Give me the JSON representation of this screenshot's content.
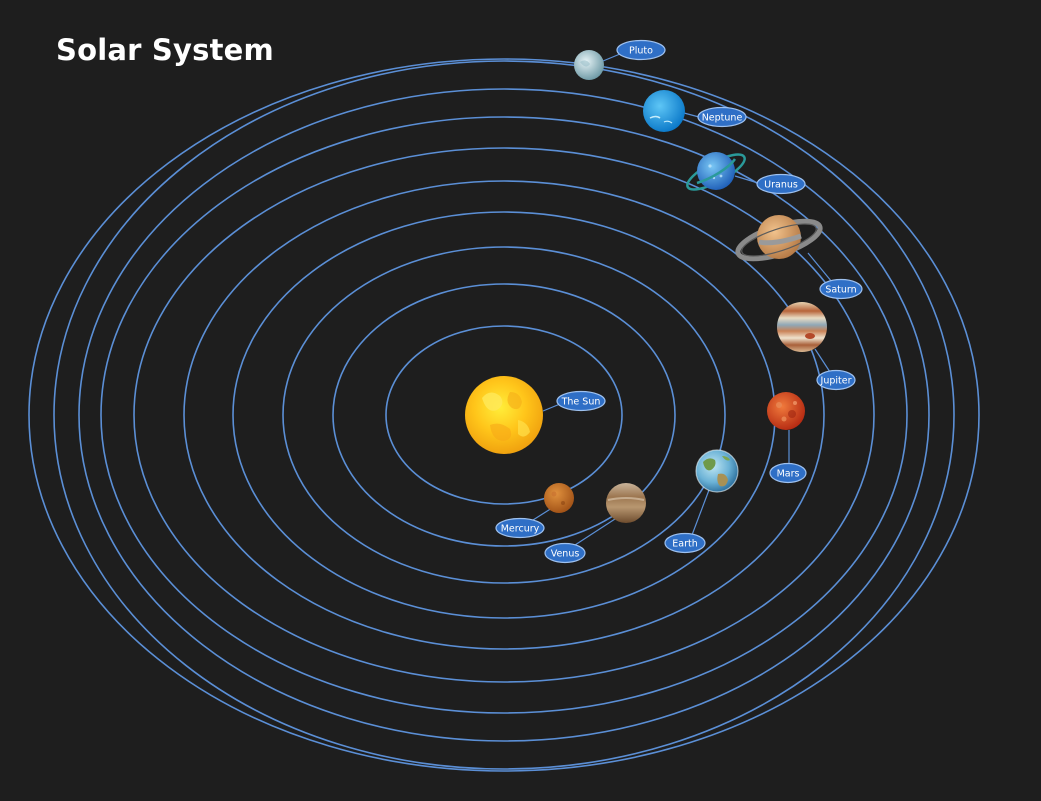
{
  "title": "Solar System",
  "colors": {
    "background": "#1e1e1e",
    "orbit": "#5b8fd6",
    "label_fill": "#2f6fc6",
    "label_stroke": "#9ec1ef",
    "label_text": "#ffffff"
  },
  "bodies": [
    {
      "id": "sun",
      "label": "The Sun",
      "icon": "sun-icon"
    },
    {
      "id": "mercury",
      "label": "Mercury",
      "icon": "mercury-icon"
    },
    {
      "id": "venus",
      "label": "Venus",
      "icon": "venus-icon"
    },
    {
      "id": "earth",
      "label": "Earth",
      "icon": "earth-icon"
    },
    {
      "id": "mars",
      "label": "Mars",
      "icon": "mars-icon"
    },
    {
      "id": "jupiter",
      "label": "Jupiter",
      "icon": "jupiter-icon"
    },
    {
      "id": "saturn",
      "label": "Saturn",
      "icon": "saturn-icon"
    },
    {
      "id": "uranus",
      "label": "Uranus",
      "icon": "uranus-icon"
    },
    {
      "id": "neptune",
      "label": "Neptune",
      "icon": "neptune-icon"
    },
    {
      "id": "pluto",
      "label": "Pluto",
      "icon": "pluto-icon"
    }
  ]
}
